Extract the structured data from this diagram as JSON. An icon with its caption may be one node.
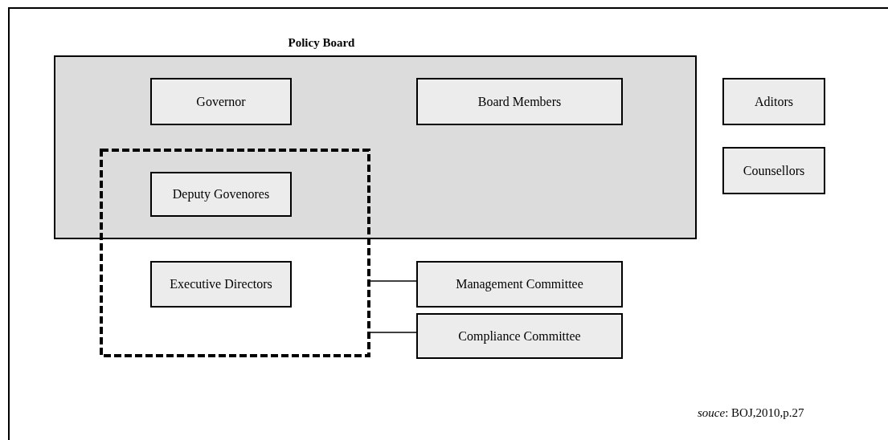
{
  "diagram": {
    "nodes": [
      {
        "text": [
          "Policy Board"
        ]
      },
      {
        "text": [
          "Governor"
        ],
        "in": 0
      },
      {
        "text": [
          "Board Members"
        ],
        "in": 0
      },
      {
        "text": [
          "Aditors"
        ]
      },
      {
        "text": [
          "Counsellors"
        ]
      },
      {
        "text": [
          "Deputy Govenores"
        ]
      },
      {
        "text": [],
        "shape": "box"
      },
      {
        "text": [
          "Executive Directors"
        ],
        "in": 6
      },
      {
        "text": [
          "Management Committee"
        ]
      },
      {
        "text": [
          "Compliance Committee"
        ]
      }
    ],
    "edges": [
      {
        "from": 6,
        "to": 8,
        "arrow": "none"
      },
      {
        "from": 6,
        "to": 9,
        "arrow": "none"
      }
    ],
    "labels": [
      "*souce*: BOJ,2010,p.27"
    ]
  }
}
